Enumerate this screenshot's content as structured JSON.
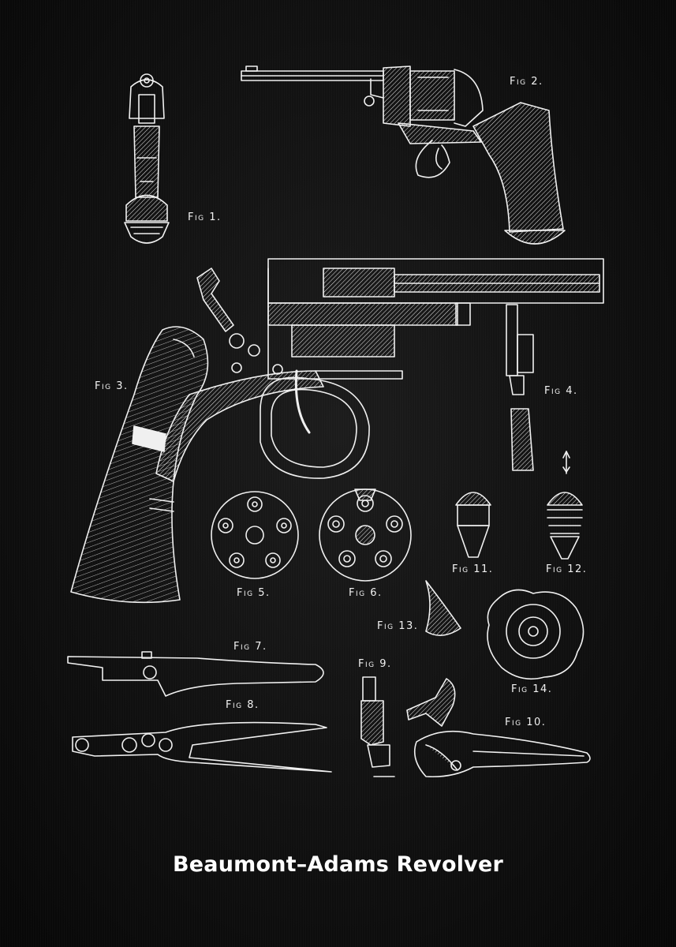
{
  "title": "Beaumont–Adams Revolver",
  "figures": [
    {
      "id": "fig1",
      "label": "Fig 1."
    },
    {
      "id": "fig2",
      "label": "Fig 2."
    },
    {
      "id": "fig3",
      "label": "Fig 3."
    },
    {
      "id": "fig4",
      "label": "Fig 4."
    },
    {
      "id": "fig5",
      "label": "Fig 5."
    },
    {
      "id": "fig6",
      "label": "Fig 6."
    },
    {
      "id": "fig7",
      "label": "Fig 7."
    },
    {
      "id": "fig8",
      "label": "Fig 8."
    },
    {
      "id": "fig9",
      "label": "Fig 9."
    },
    {
      "id": "fig10",
      "label": "Fig 10."
    },
    {
      "id": "fig11",
      "label": "Fig 11."
    },
    {
      "id": "fig12",
      "label": "Fig 12."
    },
    {
      "id": "fig13",
      "label": "Fig 13."
    },
    {
      "id": "fig14",
      "label": "Fig 14."
    }
  ],
  "colors": {
    "background": "#0b0b0b",
    "ink": "#f2f2f2"
  }
}
